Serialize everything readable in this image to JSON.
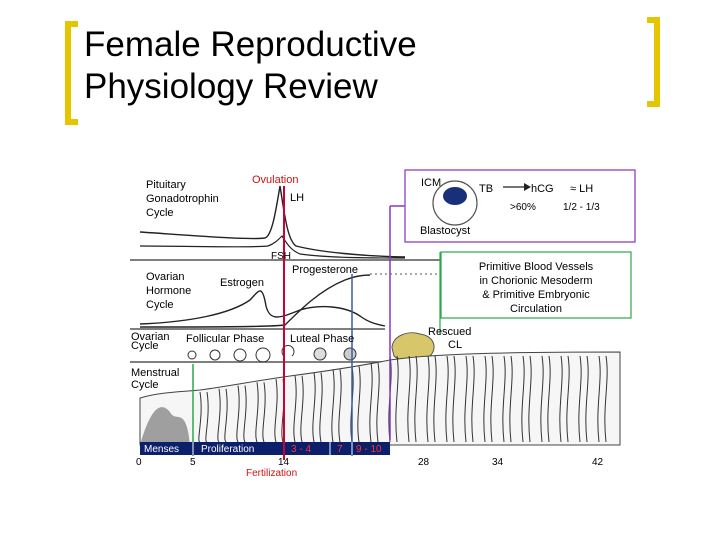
{
  "slide": {
    "title_line1": "Female Reproductive",
    "title_line2": "Physiology Review"
  },
  "colors": {
    "bracket": "#e5c400",
    "red_line": "#cc0033",
    "green_line": "#2aa84a",
    "blue_line": "#3b5ba9",
    "purple_line": "#8b35c9",
    "label_red": "#cc1111",
    "box_border": "#9b59d0"
  },
  "diagram": {
    "ovulation": "Ovulation",
    "pituitary": [
      "Pituitary",
      "Gonadotrophin",
      "Cycle"
    ],
    "lh": "LH",
    "fsh": "FSH",
    "ovarian_hormone": [
      "Ovarian",
      "Hormone",
      "Cycle"
    ],
    "estrogen": "Estrogen",
    "progesterone": "Progesterone",
    "ovarian_cycle": [
      "Ovarian",
      "Cycle"
    ],
    "follicular_phase": "Follicular Phase",
    "luteal_phase": "Luteal Phase",
    "menstrual_cycle": [
      "Menstrual",
      "Cycle"
    ],
    "rescued_cl": [
      "Rescued",
      "CL"
    ],
    "icm_box": {
      "icm": "ICM",
      "tb": "TB",
      "hcg": "hCG",
      "approx_lh": "≈ LH",
      "pct": ">60%",
      "ratio": "1/2 - 1/3",
      "blastocyst": "Blastocyst"
    },
    "vessels_box": [
      "Primitive Blood Vessels",
      "in Chorionic Mesoderm",
      "& Primitive Embryonic",
      "Circulation"
    ],
    "bottom_bar": {
      "menses": "Menses",
      "proliferation": "Proliferation",
      "d3_4": "3 - 4",
      "d7": "7",
      "d9_10": "9 - 10"
    },
    "days": [
      "0",
      "5",
      "14",
      "28",
      "34",
      "42"
    ],
    "fertilization": "Fertilization"
  }
}
